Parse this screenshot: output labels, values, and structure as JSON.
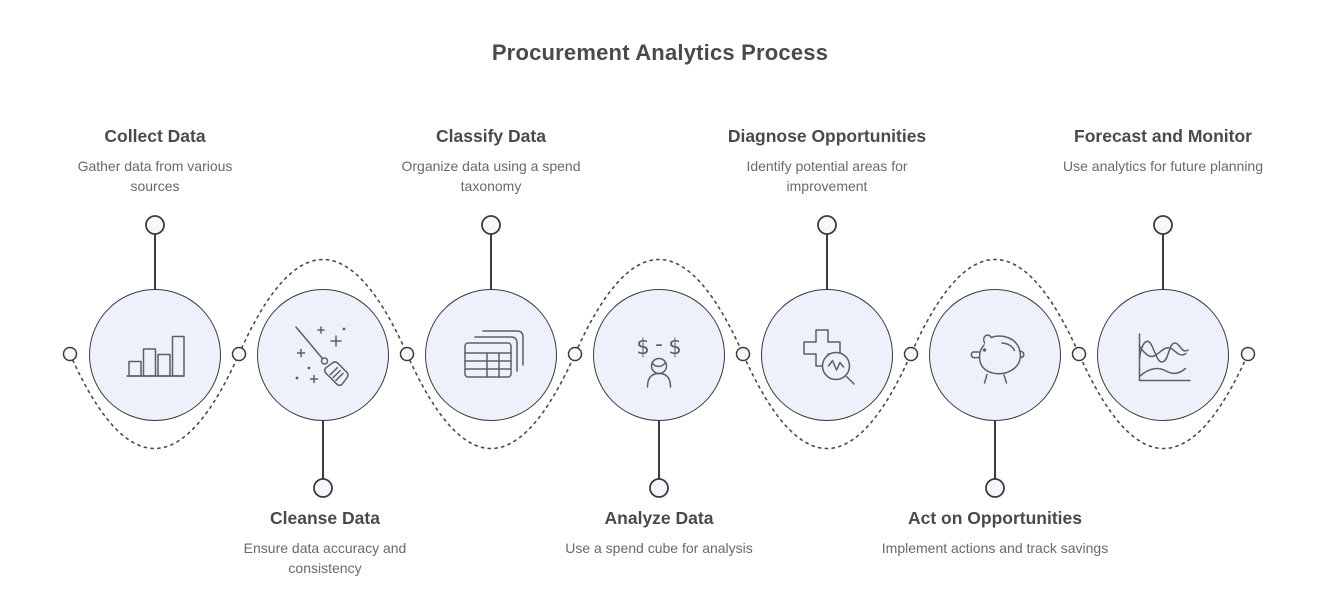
{
  "title": "Procurement Analytics Process",
  "colors": {
    "circle_fill": "#edf1fc",
    "outline": "#3b3b3b",
    "icon_stroke": "#5f5f5f",
    "heading_text": "#4a4a4a",
    "description_text": "#696969"
  },
  "steps": [
    {
      "label": "Collect Data",
      "description": "Gather data from various sources",
      "icon": "bar-chart-icon",
      "label_position": "top"
    },
    {
      "label": "Cleanse Data",
      "description": "Ensure data accuracy and consistency",
      "icon": "broom-icon",
      "label_position": "bottom"
    },
    {
      "label": "Classify Data",
      "description": "Organize data using a spend taxonomy",
      "icon": "stacked-tables-icon",
      "label_position": "top"
    },
    {
      "label": "Analyze Data",
      "description": "Use a spend cube for analysis",
      "icon": "spend-person-icon",
      "label_position": "bottom"
    },
    {
      "label": "Diagnose Opportunities",
      "description": "Identify potential areas for improvement",
      "icon": "cross-magnifier-icon",
      "label_position": "top"
    },
    {
      "label": "Act on Opportunities",
      "description": "Implement actions and track savings",
      "icon": "piggy-bank-icon",
      "label_position": "bottom"
    },
    {
      "label": "Forecast and Monitor",
      "description": "Use analytics for future planning",
      "icon": "wave-chart-icon",
      "label_position": "top"
    }
  ],
  "icon_dollar_text": {
    "left": "$",
    "dash": "-",
    "right": "$"
  }
}
